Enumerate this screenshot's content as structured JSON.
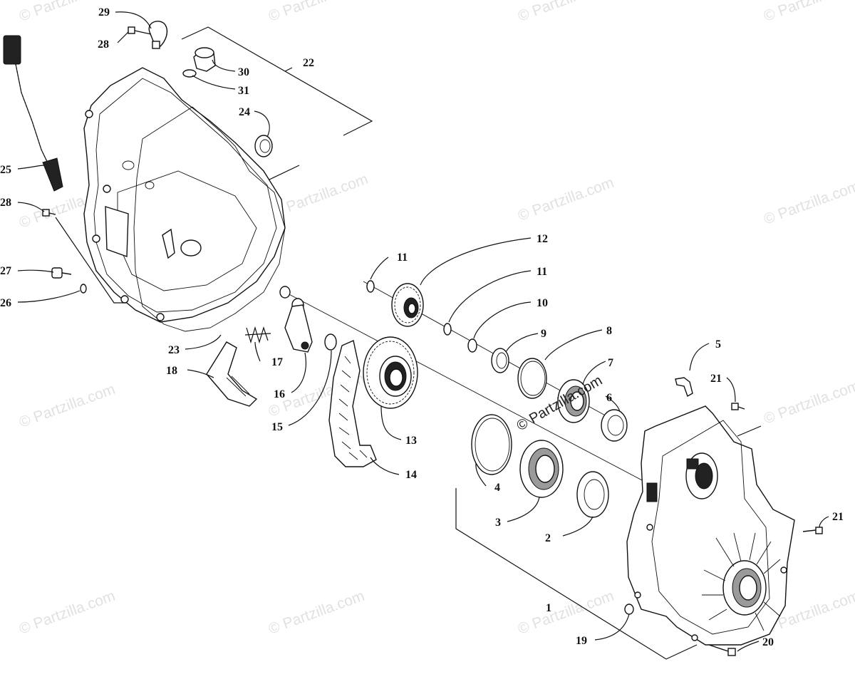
{
  "watermark": "© Partzilla.com",
  "callouts": {
    "c1": "1",
    "c2": "2",
    "c3": "3",
    "c4": "4",
    "c5": "5",
    "c6": "6",
    "c7": "7",
    "c8": "8",
    "c9": "9",
    "c10": "10",
    "c11a": "11",
    "c11b": "11",
    "c12": "12",
    "c13": "13",
    "c14": "14",
    "c15": "15",
    "c16": "16",
    "c17": "17",
    "c18": "18",
    "c19": "19",
    "c20": "20",
    "c21a": "21",
    "c21b": "21",
    "c22": "22",
    "c23": "23",
    "c24": "24",
    "c25": "25",
    "c26": "26",
    "c27": "27",
    "c28a": "28",
    "c28b": "28",
    "c29": "29",
    "c30": "30",
    "c31": "31"
  }
}
